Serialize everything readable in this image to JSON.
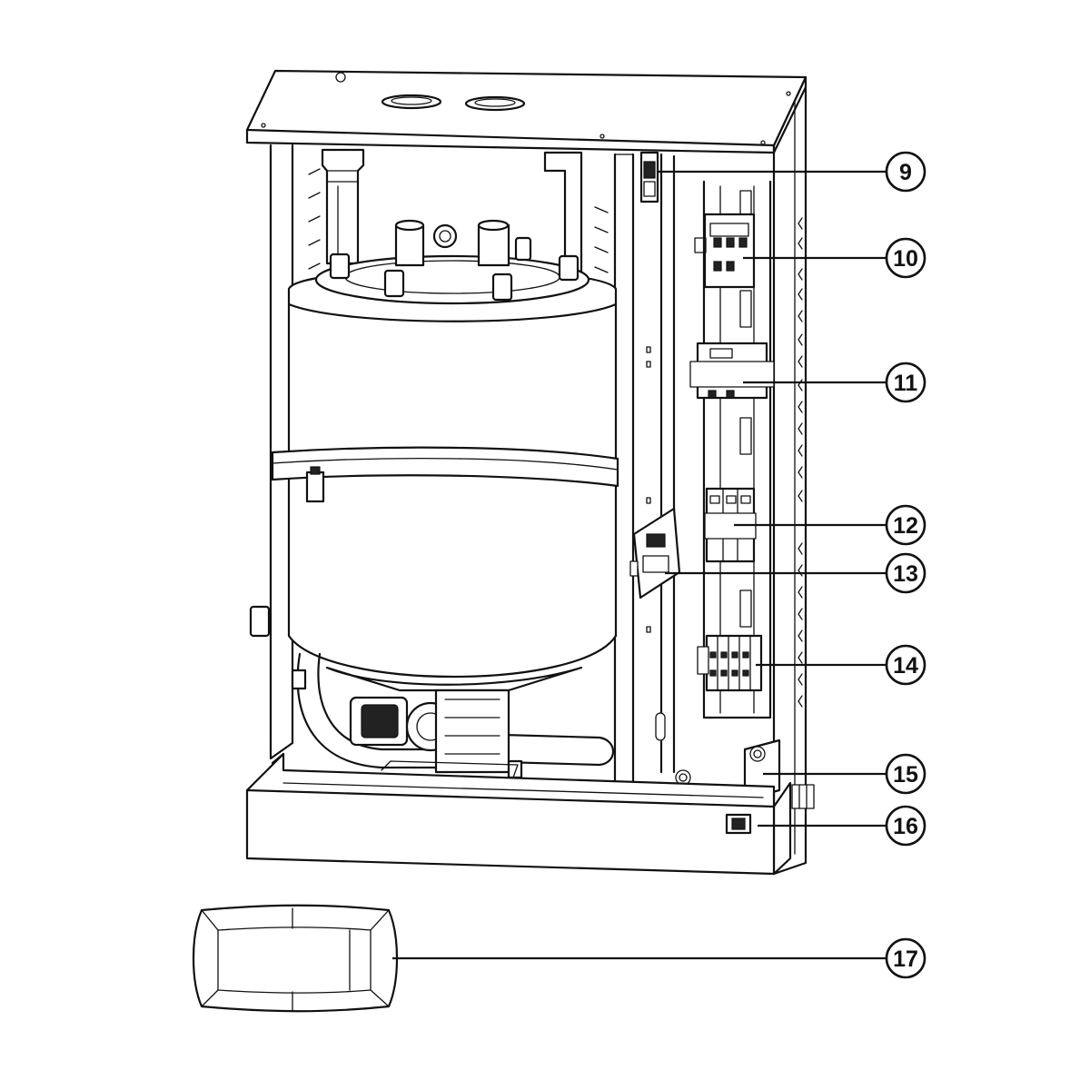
{
  "callouts": [
    {
      "number": "9"
    },
    {
      "number": "10"
    },
    {
      "number": "11"
    },
    {
      "number": "12"
    },
    {
      "number": "13"
    },
    {
      "number": "14"
    },
    {
      "number": "15"
    },
    {
      "number": "16"
    },
    {
      "number": "17"
    }
  ]
}
